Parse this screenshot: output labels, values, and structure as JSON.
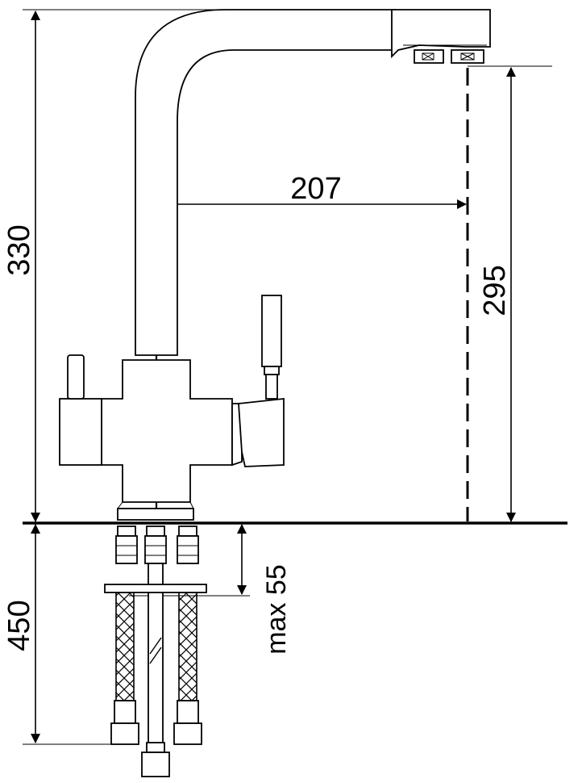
{
  "dimensions": {
    "total_height": "330",
    "spout_reach": "207",
    "spout_height": "295",
    "hose_length": "450",
    "max_mount_thickness": "max 55"
  },
  "colors": {
    "line": "#000000",
    "background": "#ffffff"
  }
}
